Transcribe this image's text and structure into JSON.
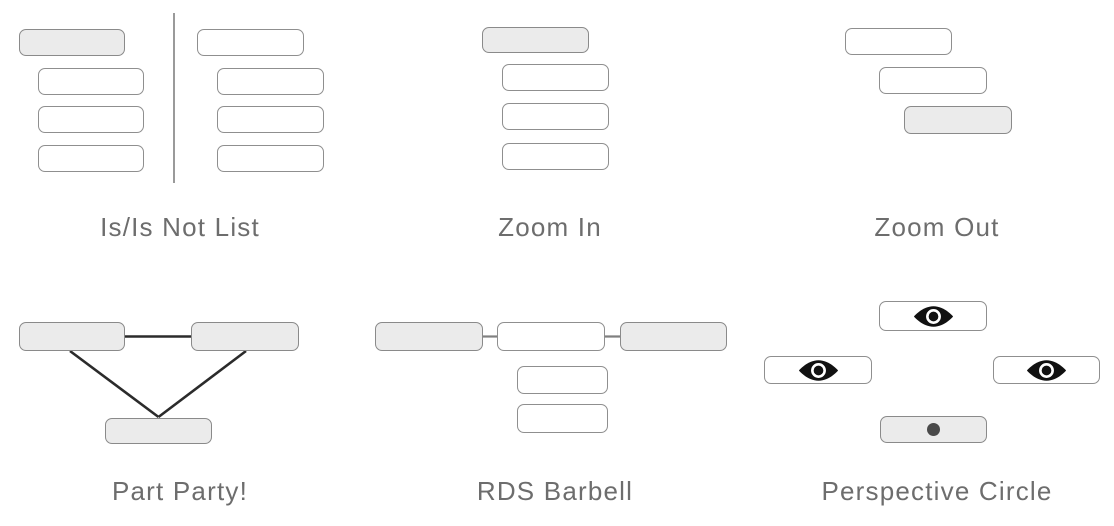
{
  "page": {
    "background": "#ffffff",
    "description_colors": {
      "box_fill_gray": "#ebebeb",
      "box_fill_white": "#ffffff",
      "box_border": "#8f8f8f",
      "divider": "#9a9a9a",
      "connector_dark": "#2b2b2b",
      "connector_gray": "#808080",
      "label_text": "#6d6d6d",
      "eye_icon_color": "#111111",
      "dot_color": "#4a4a4a"
    }
  },
  "templates": [
    {
      "id": "is-is-not-list",
      "label": "Is/Is Not List"
    },
    {
      "id": "zoom-in",
      "label": "Zoom In"
    },
    {
      "id": "zoom-out",
      "label": "Zoom Out"
    },
    {
      "id": "part-party",
      "label": "Part Party!"
    },
    {
      "id": "rds-barbell",
      "label": "RDS Barbell"
    },
    {
      "id": "perspective-circle",
      "label": "Perspective Circle"
    }
  ],
  "icons": {
    "perspective_top": "eye-icon",
    "perspective_left": "eye-icon",
    "perspective_right": "eye-icon",
    "perspective_bottom": "dot-icon"
  }
}
